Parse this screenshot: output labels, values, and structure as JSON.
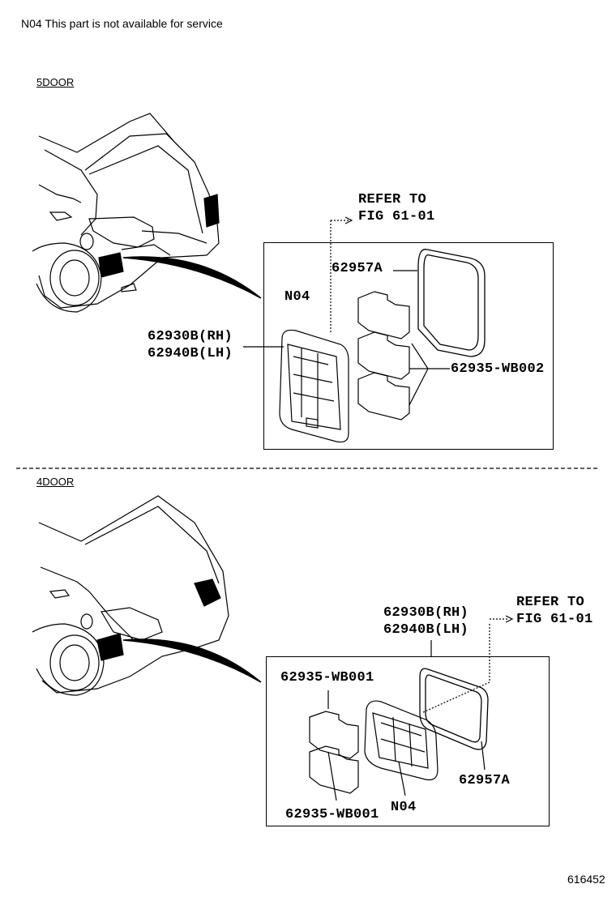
{
  "note": "N04 This part is not available for service",
  "figure_number": "616452",
  "sections": [
    {
      "label": "5DOOR",
      "labels": {
        "refer_line1": "REFER TO",
        "refer_line2": "FIG 61-01",
        "gasket": "62957A",
        "n04": "N04",
        "housing_rh": "62930B(RH)",
        "housing_lh": "62940B(LH)",
        "filter": "62935-WB002"
      }
    },
    {
      "label": "4DOOR",
      "labels": {
        "housing_rh": "62930B(RH)",
        "housing_lh": "62940B(LH)",
        "refer_line1": "REFER TO",
        "refer_line2": "FIG 61-01",
        "filter_top": "62935-WB001",
        "gasket": "62957A",
        "n04": "N04",
        "filter_bottom": "62935-WB001"
      }
    }
  ]
}
